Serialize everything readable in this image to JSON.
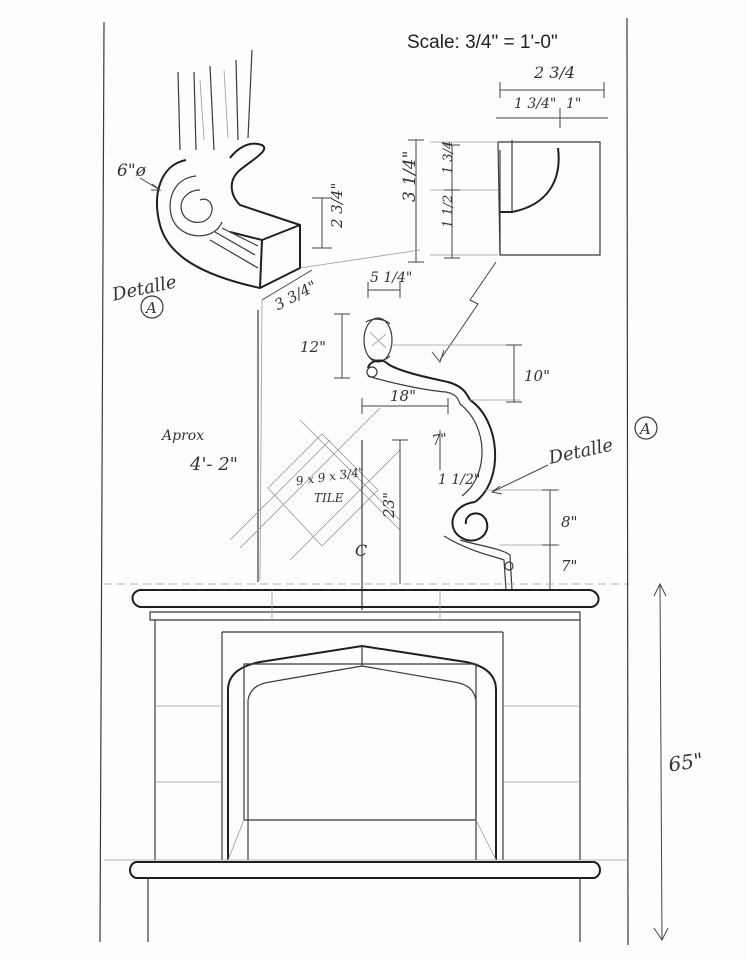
{
  "scale_note": "Scale: 3/4\" = 1'-0\"",
  "detail_label": "Detalle",
  "detail_mark": "A",
  "size_6": "6\"ø",
  "dim_2_3_4": "2 3/4\"",
  "dim_3_3_4": "3 3/4\"",
  "dim_5_1_4": "5 1/4\"",
  "dim_3_1_4": "3 1/4\"",
  "dim_1_3_4_v": "1 3/4",
  "dim_1_1_2_v": "1 1/2",
  "dim_top_2_3_4": "2 3/4",
  "dim_top_1_3_4": "1 3/4\"",
  "dim_top_1": "1\"",
  "dim_12": "12\"",
  "dim_10": "10\"",
  "dim_18": "18\"",
  "dim_7": "7\"",
  "dim_1_1_2": "1 1/2\"",
  "dim_8": "8\"",
  "dim_7b": "7\"",
  "dim_23": "23\"",
  "dim_65": "65\"",
  "aprox_label": "Aprox",
  "aprox_value": "4'- 2\"",
  "tile_size": "9 x 9 x 3/4\"",
  "tile_label": "TILE",
  "center_mark": "C"
}
